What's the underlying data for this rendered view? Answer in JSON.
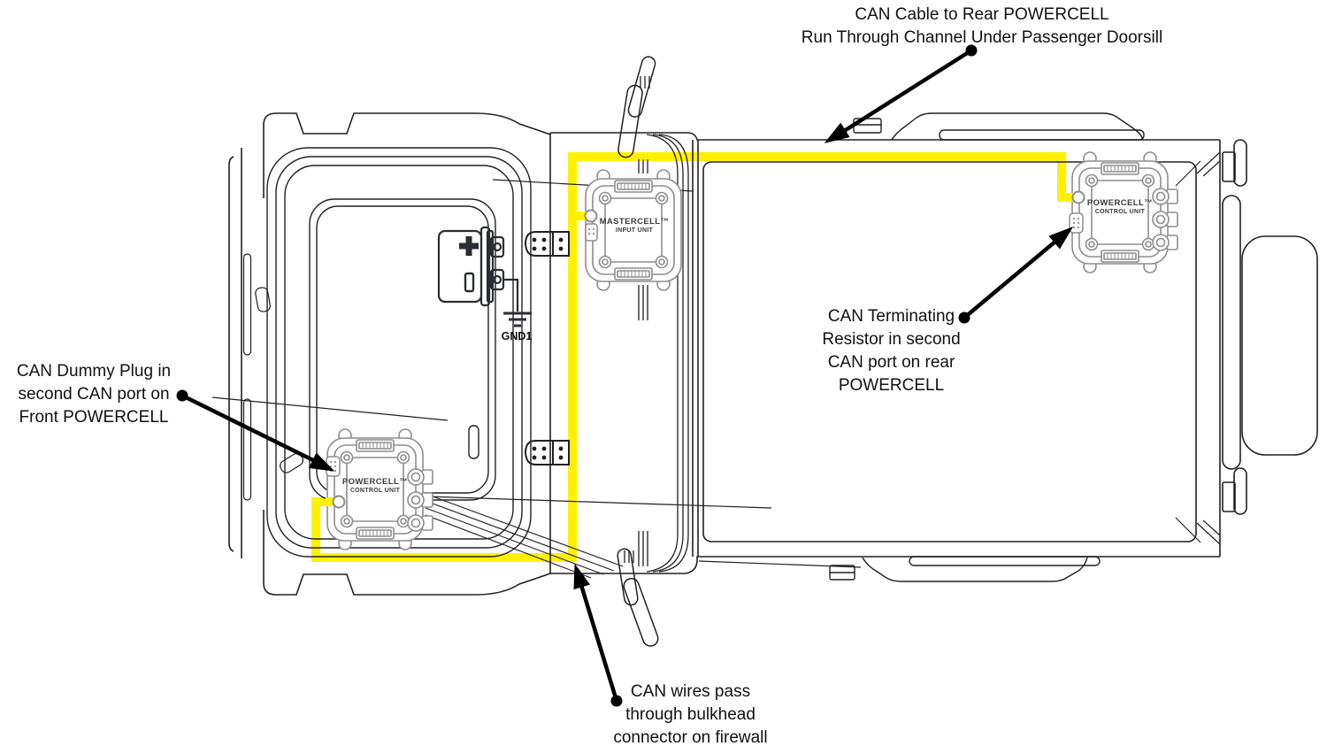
{
  "annotations": {
    "rear_cable": {
      "text": "CAN Cable to Rear POWERCELL\nRun Through Channel Under Passenger Doorsill"
    },
    "terminating_resistor": {
      "text": "CAN Terminating\nResistor in second\nCAN port on rear\nPOWERCELL"
    },
    "dummy_plug": {
      "text": "CAN Dummy Plug in\nsecond CAN port on\nFront POWERCELL"
    },
    "bulkhead": {
      "text": "CAN wires pass\nthrough bulkhead\nconnector on firewall"
    }
  },
  "units": {
    "mastercell": {
      "name": "MASTERCELL™",
      "type": "INPUT UNIT"
    },
    "front_powercell": {
      "name": "POWERCELL™",
      "type": "CONTROL UNIT"
    },
    "rear_powercell": {
      "name": "POWERCELL™",
      "type": "CONTROL UNIT"
    }
  },
  "battery": {
    "ground_label": "GND1"
  },
  "colors": {
    "can_cable": "#FFF100",
    "line_art": "#231F20",
    "unit_outline": "#8D8D8D",
    "arrow": "#000000",
    "background": "#FFFFFF"
  }
}
